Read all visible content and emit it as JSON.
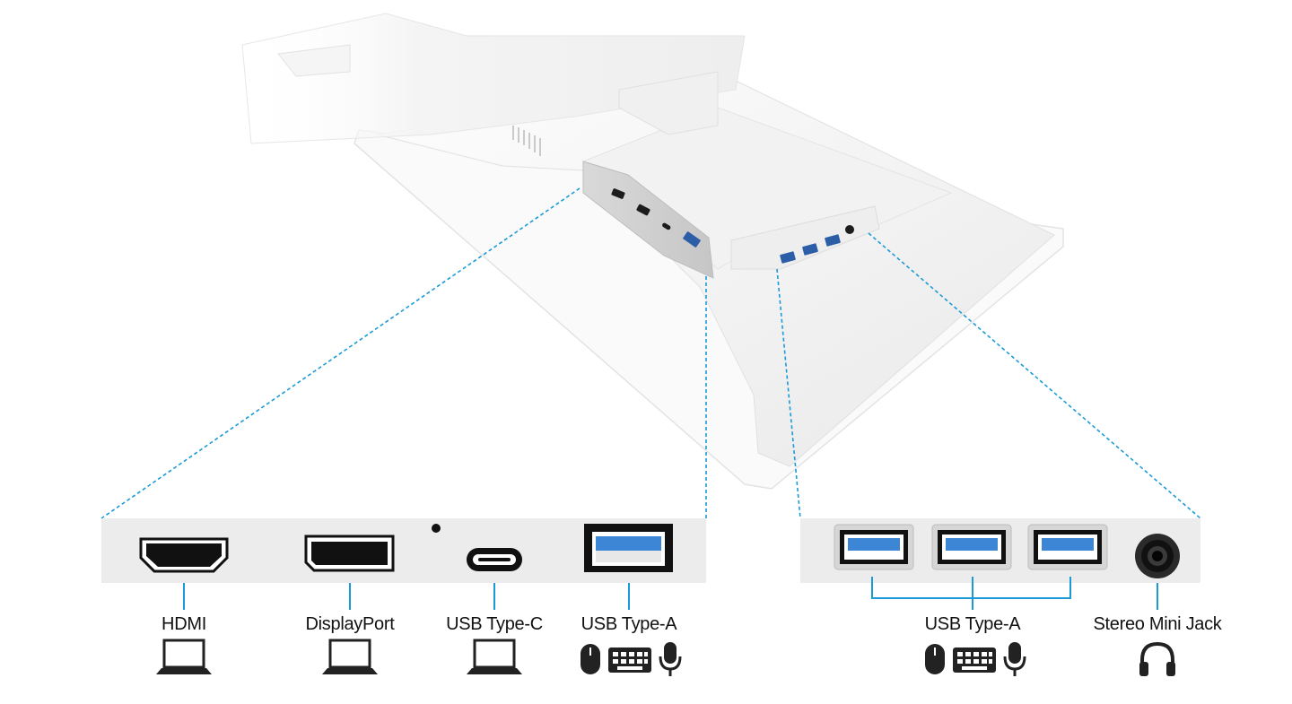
{
  "colors": {
    "leader_line": "#1a9ad6",
    "panel_bg": "#ececec",
    "port_dark": "#111111",
    "usb_blue": "#3d86d6",
    "monitor_white": "#f7f7f7"
  },
  "left_panel": {
    "ports": [
      {
        "label": "HDMI",
        "icon": "laptop-icon"
      },
      {
        "label": "DisplayPort",
        "icon": "laptop-icon"
      },
      {
        "label": "USB Type-C",
        "icon": "laptop-icon"
      },
      {
        "label": "USB Type-A",
        "icons": [
          "mouse-icon",
          "keyboard-icon",
          "microphone-icon"
        ]
      }
    ]
  },
  "right_panel": {
    "ports": [
      {
        "label": "USB Type-A",
        "count": 3,
        "icons": [
          "mouse-icon",
          "keyboard-icon",
          "microphone-icon"
        ]
      },
      {
        "label": "Stereo Mini Jack",
        "icon": "headphones-icon"
      }
    ]
  }
}
